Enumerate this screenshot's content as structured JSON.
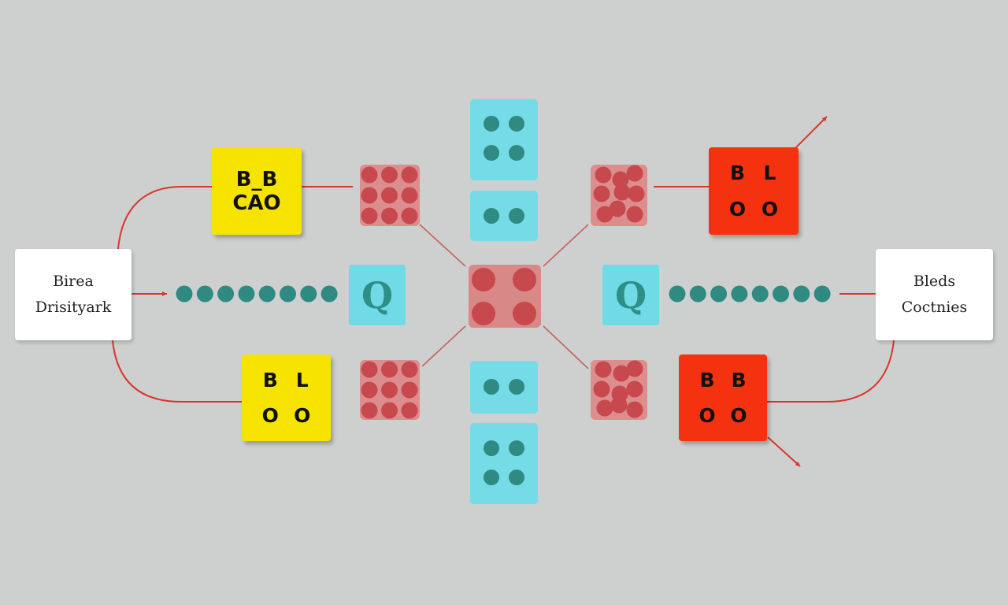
{
  "left_card": {
    "line1": "Birea",
    "line2": "Drisityark"
  },
  "right_card": {
    "line1": "Bleds",
    "line2": "Coctnies"
  },
  "box_top_left": {
    "line1": "B_B",
    "line2": "CAO"
  },
  "box_bottom_left": {
    "cells": [
      "B",
      "L",
      "O",
      "O"
    ]
  },
  "box_top_right": {
    "cells": [
      "B",
      "L",
      "O",
      "O"
    ]
  },
  "box_bottom_right": {
    "cells": [
      "B",
      "B",
      "O",
      "O"
    ]
  },
  "q_left": "Q",
  "q_right": "Q",
  "colors": {
    "background": "#ced0cf",
    "yellow": "#f7e300",
    "red": "#f5320f",
    "cyan": "#75dbe6",
    "pink": "#dc8e8e",
    "teal_dot": "#2f8a82",
    "red_dot": "#c7484d",
    "connector": "#d9352b"
  }
}
